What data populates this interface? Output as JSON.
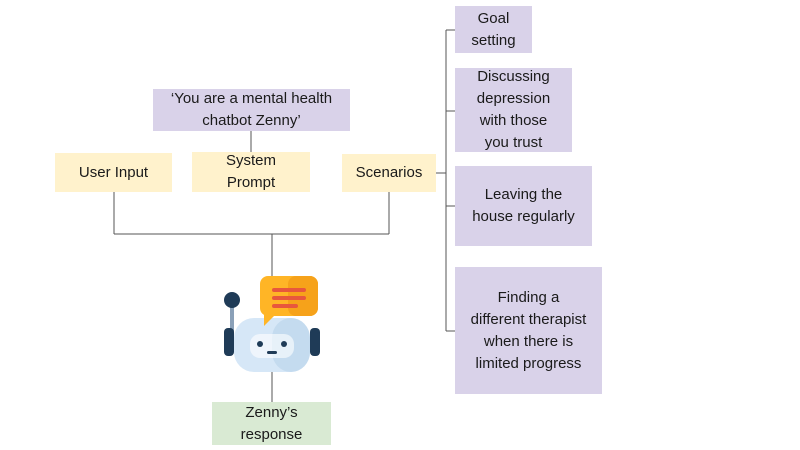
{
  "prompt_text": "‘You are a mental health\nchatbot Zenny’",
  "inputs": {
    "user_input": "User Input",
    "system_prompt": "System\nPrompt",
    "scenarios": "Scenarios"
  },
  "scenario_items": [
    "Goal\nsetting",
    "Discussing\ndepression\nwith those\nyou trust",
    "Leaving the\nhouse regularly",
    "Finding a\ndifferent therapist\nwhen there is\nlimited progress"
  ],
  "output": {
    "response": "Zenny’s\nresponse"
  },
  "icons": {
    "bot": "chatbot-icon",
    "speech": "speech-bubble-icon"
  },
  "colors": {
    "purple": "#d9d2e9",
    "yellow": "#fff2cc",
    "green": "#d9ead3",
    "line": "#555555"
  }
}
